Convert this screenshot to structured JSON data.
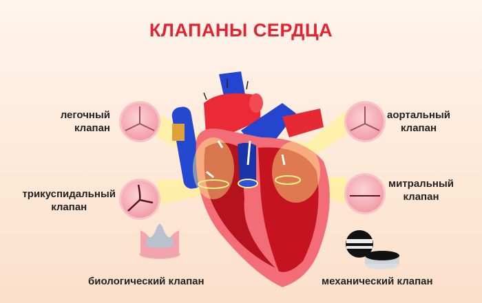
{
  "title": "КЛАПАНЫ СЕРДЦА",
  "labels": {
    "pulmonary": {
      "line1": "легочный",
      "line2": "клапан"
    },
    "tricuspid": {
      "line1": "трикуспидальный",
      "line2": "клапан"
    },
    "aortic": {
      "line1": "аортальный",
      "line2": "клапан"
    },
    "mitral": {
      "line1": "митральный",
      "line2": "клапан"
    },
    "biological": "биологический клапан",
    "mechanical": "механический клапан"
  },
  "colors": {
    "title": "#e1242f",
    "background": "#fdf0e6",
    "artery_red": "#e8232f",
    "vein_blue": "#1f3fc4",
    "highlight_yellow": "#fff48a",
    "valve_pink": "#f4a7b1"
  }
}
